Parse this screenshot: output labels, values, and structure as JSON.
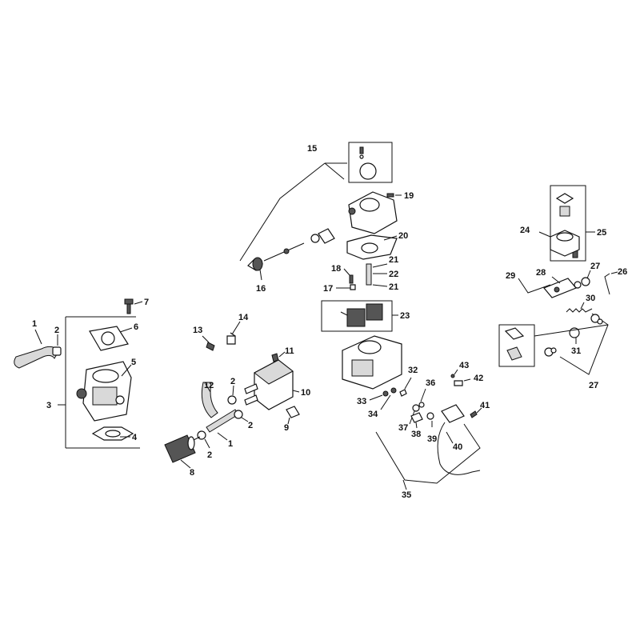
{
  "diagram": {
    "labels": {
      "l1a": "1",
      "l1b": "1",
      "l2a": "2",
      "l2b": "2",
      "l2c": "2",
      "l2d": "2",
      "l3": "3",
      "l4": "4",
      "l5": "5",
      "l6": "6",
      "l7": "7",
      "l8": "8",
      "l9": "9",
      "l10": "10",
      "l11": "11",
      "l12": "12",
      "l13": "13",
      "l14": "14",
      "l15": "15",
      "l16": "16",
      "l17": "17",
      "l18": "18",
      "l19": "19",
      "l20": "20",
      "l21a": "21",
      "l21b": "21",
      "l22": "22",
      "l23": "23",
      "l24": "24",
      "l25": "25",
      "l26": "26",
      "l27a": "27",
      "l27b": "27",
      "l28": "28",
      "l29": "29",
      "l30": "30",
      "l31": "31",
      "l32": "32",
      "l33": "33",
      "l34": "34",
      "l35": "35",
      "l36": "36",
      "l37": "37",
      "l38": "38",
      "l39": "39",
      "l40": "40",
      "l41": "41",
      "l42": "42",
      "l43": "43"
    }
  }
}
